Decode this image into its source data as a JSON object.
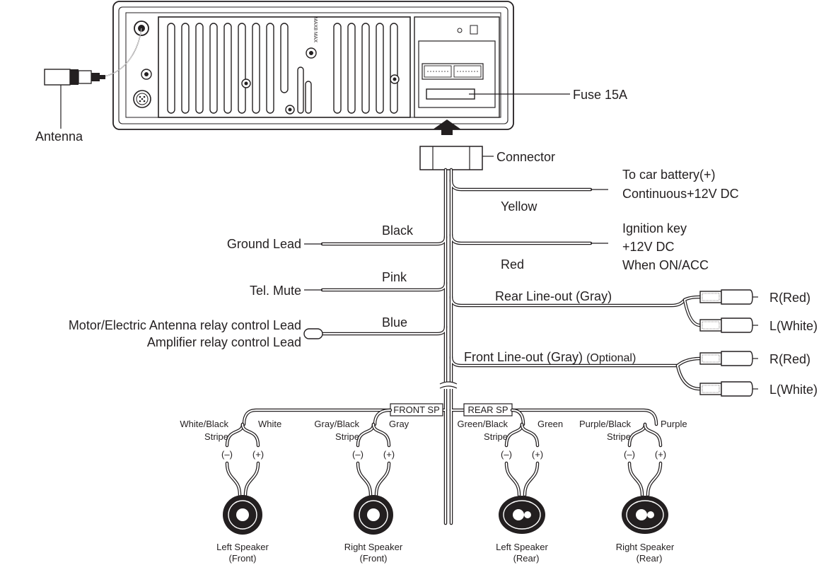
{
  "unit_labels": {
    "antenna": "Antenna",
    "fuse": "Fuse 15A",
    "connector": "Connector",
    "unit_badge": "MAX8 MAX"
  },
  "right_leads": {
    "battery_line1": "To car battery",
    "battery_plus": "(+)",
    "battery_line2": "Continuous+12V DC",
    "yellow": "Yellow",
    "ignition_line1": "Ignition key",
    "ignition_line2": "+12V DC",
    "ignition_line3": "When ON/ACC",
    "red": "Red"
  },
  "left_leads": {
    "ground": "Ground Lead",
    "black": "Black",
    "tel_mute": "Tel. Mute",
    "pink": "Pink",
    "antenna_relay": "Motor/Electric Antenna relay control Lead",
    "amp_relay": "Amplifier relay control Lead",
    "blue": "Blue"
  },
  "line_out": {
    "rear_label": "Rear Line-out (Gray)",
    "front_label": "Front Line-out (Gray)",
    "front_optional": "(Optional)",
    "rear_r": "R(Red)",
    "rear_l": "L(White)",
    "front_r": "R(Red)",
    "front_l": "L(White)"
  },
  "speaker_groups": {
    "front_sp": "FRONT SP",
    "rear_sp": "REAR SP"
  },
  "speakers": [
    {
      "neg_wire_1": "White/Black",
      "neg_wire_2": "Stripe",
      "pos_wire": "White",
      "neg": "(–)",
      "pos": "(+)",
      "name": "Left Speaker",
      "position": "(Front)"
    },
    {
      "neg_wire_1": "Gray/Black",
      "neg_wire_2": "Stripe",
      "pos_wire": "Gray",
      "neg": "(–)",
      "pos": "(+)",
      "name": "Right Speaker",
      "position": "(Front)"
    },
    {
      "neg_wire_1": "Green/Black",
      "neg_wire_2": "Stripe",
      "pos_wire": "Green",
      "neg": "(–)",
      "pos": "(+)",
      "name": "Left Speaker",
      "position": "(Rear)"
    },
    {
      "neg_wire_1": "Purple/Black",
      "neg_wire_2": "Stripe",
      "pos_wire": "Purple",
      "neg": "(–)",
      "pos": "(+)",
      "name": "Right Speaker",
      "position": "(Rear)"
    }
  ]
}
